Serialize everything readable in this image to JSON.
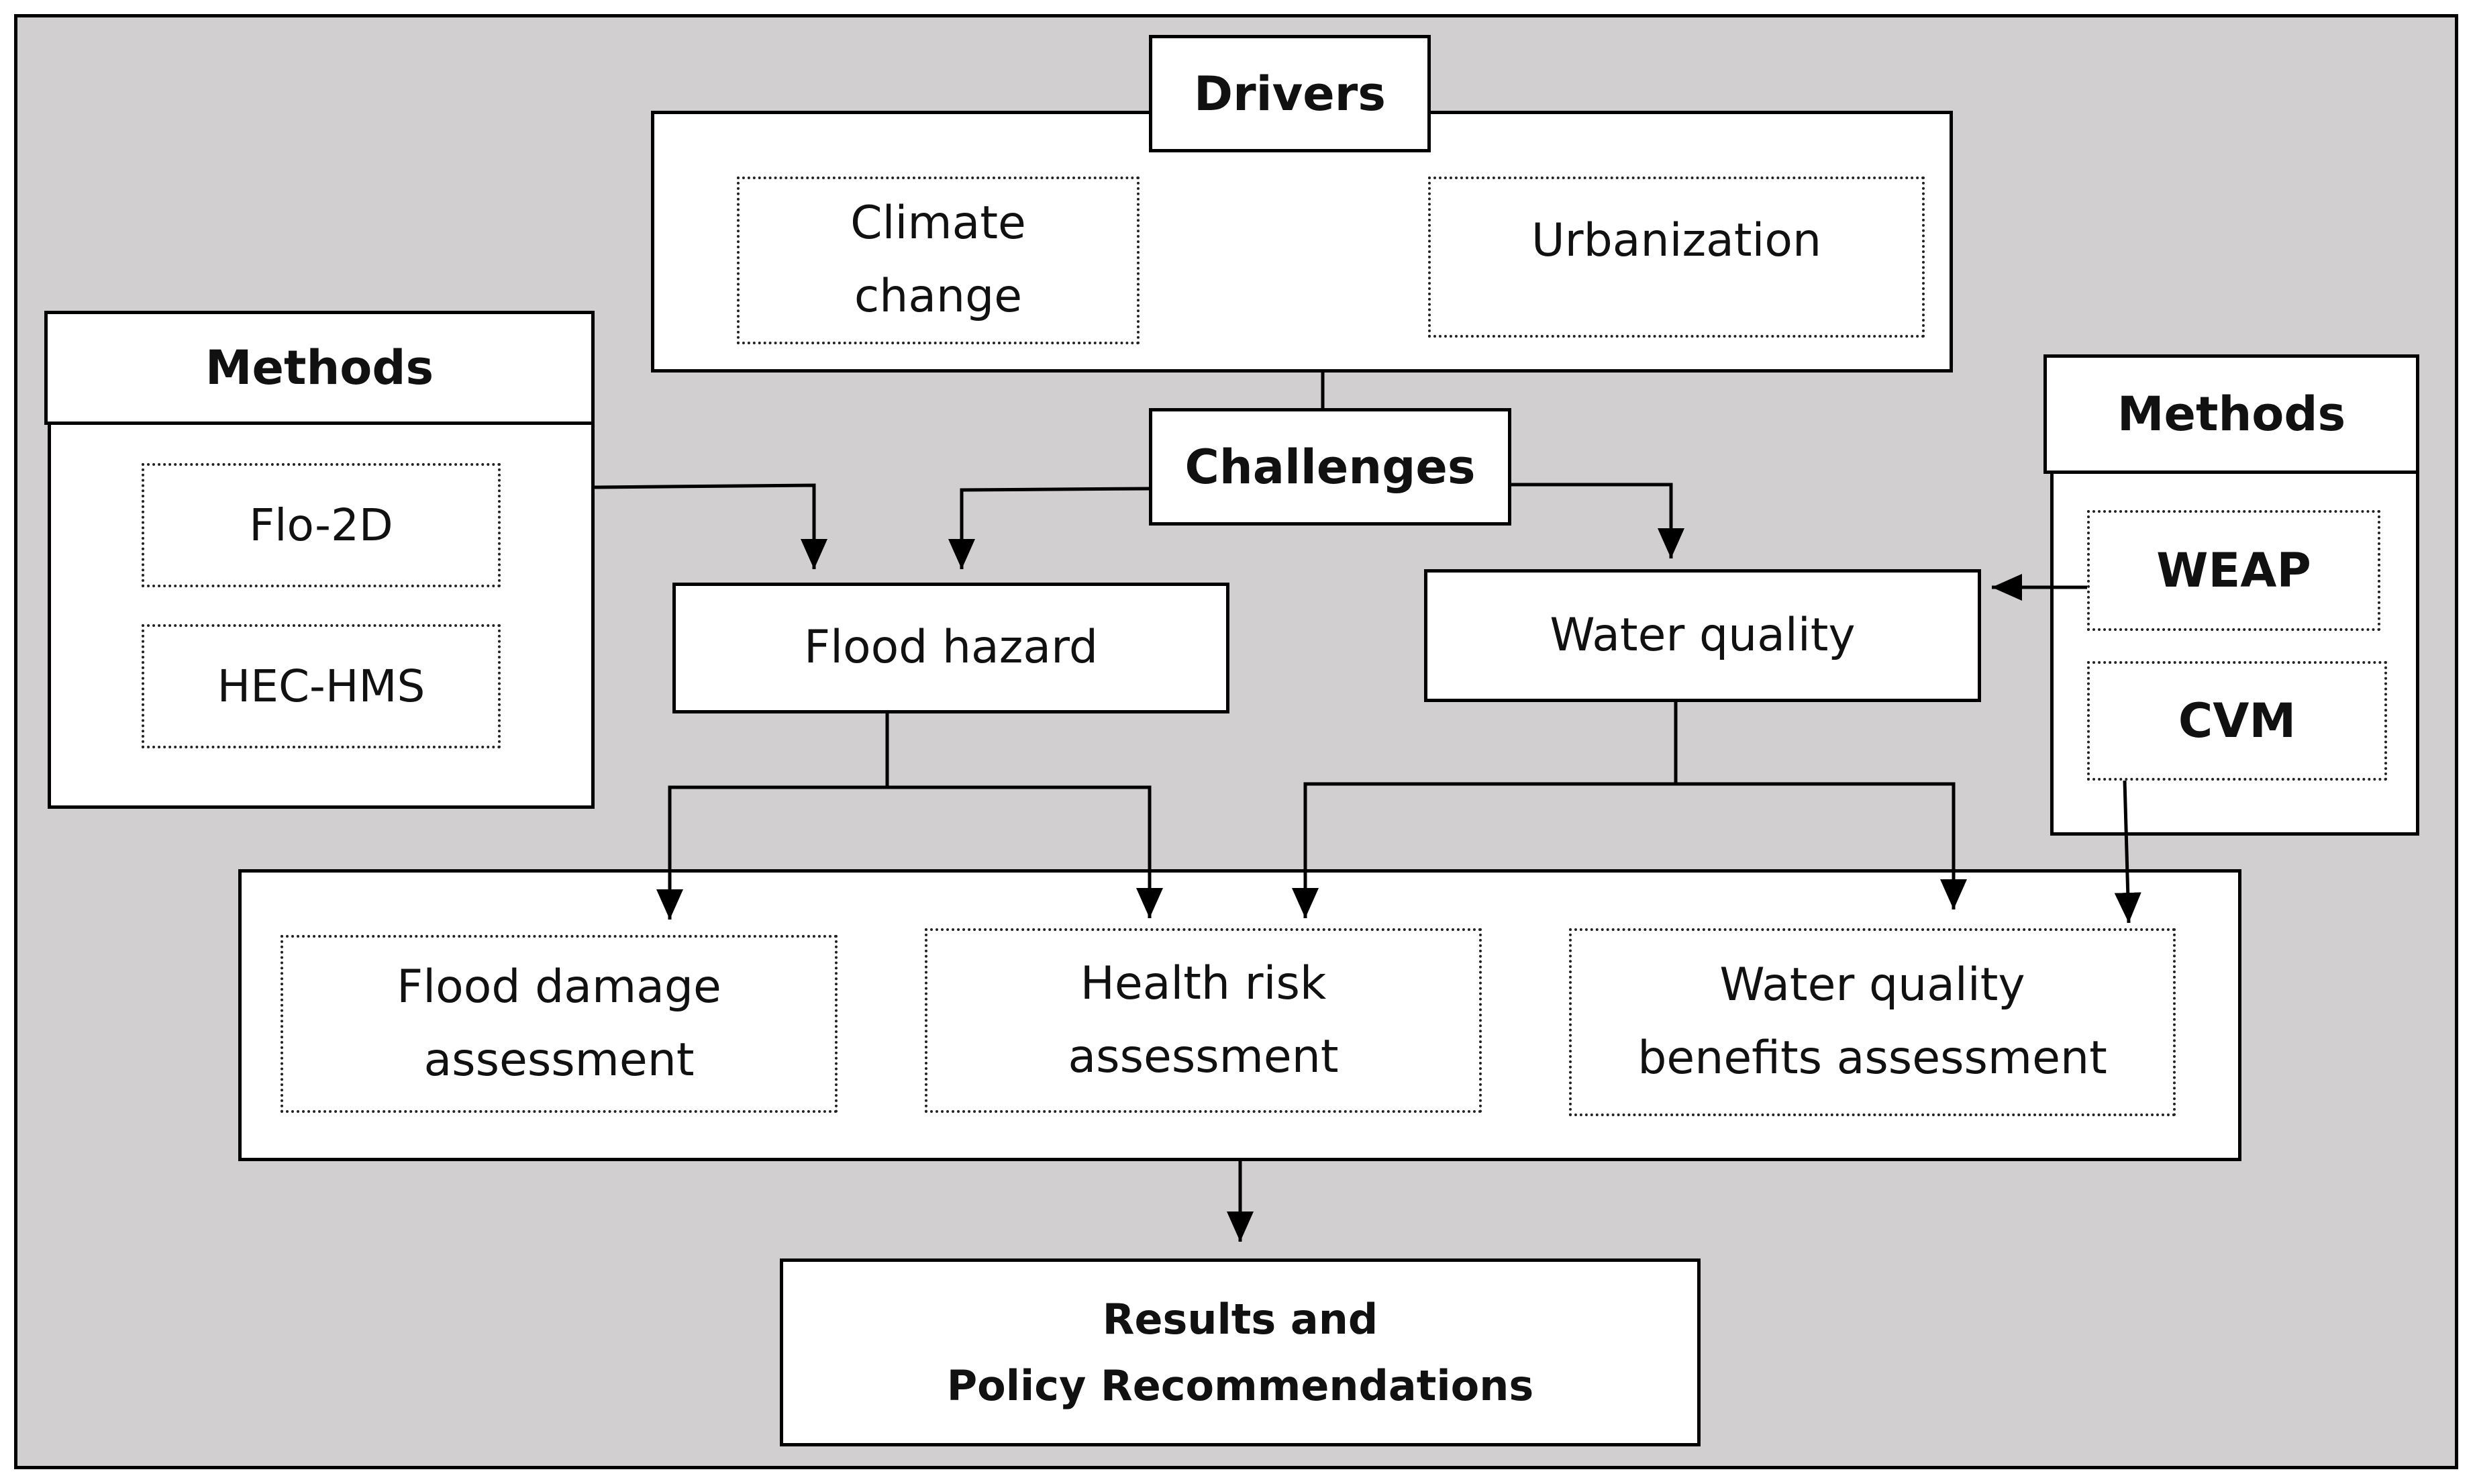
{
  "drivers": {
    "title": "Drivers",
    "items": [
      "Climate\nchange",
      "Urbanization"
    ]
  },
  "challenges": {
    "title": "Challenges",
    "flood_hazard": "Flood hazard",
    "water_quality": "Water quality"
  },
  "methods_left": {
    "title": "Methods",
    "items": [
      "Flo-2D",
      "HEC-HMS"
    ]
  },
  "methods_right": {
    "title": "Methods",
    "items": [
      "WEAP",
      "CVM"
    ]
  },
  "assessments": [
    "Flood damage\nassessment",
    "Health risk\nassessment",
    "Water quality\nbenefits assessment"
  ],
  "results": {
    "title": "Results and\nPolicy Recommendations"
  },
  "colors": {
    "background": "#d1cfd0",
    "box_fill": "#ffffff",
    "line": "#000000"
  }
}
